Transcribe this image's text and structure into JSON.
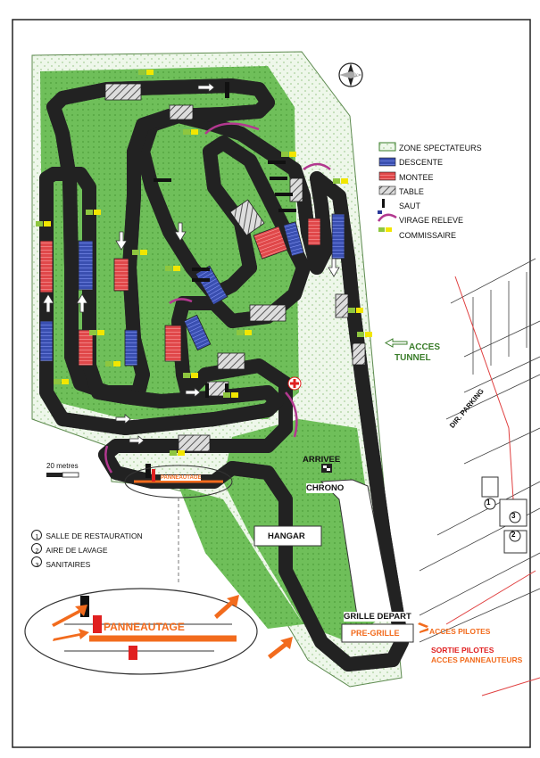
{
  "legend": {
    "title_items": [
      {
        "label": "ZONE SPECTATEURS",
        "kind": "spectator"
      },
      {
        "label": "DESCENTE",
        "kind": "descent"
      },
      {
        "label": "MONTEE",
        "kind": "climb"
      },
      {
        "label": "TABLE",
        "kind": "table"
      },
      {
        "label": "SAUT",
        "kind": "jump"
      },
      {
        "label": "VIRAGE RELEVE",
        "kind": "banked"
      },
      {
        "label": "COMMISSAIRE",
        "kind": "marshal"
      }
    ]
  },
  "facilities": [
    {
      "num": "1",
      "label": "SALLE DE RESTAURATION"
    },
    {
      "num": "2",
      "label": "AIRE DE LAVAGE"
    },
    {
      "num": "3",
      "label": "SANITAIRES"
    }
  ],
  "labels": {
    "acces_tunnel_1": "ACCES",
    "acces_tunnel_2": "TUNNEL",
    "dir_parking": "DIR. PARKING",
    "arrivee": "ARRIVEE",
    "chrono": "CHRONO",
    "hangar": "HANGAR",
    "grille_depart": "GRILLE DEPART",
    "pre_grille": "PRE-GRILLE",
    "acces_pilotes": "ACCES PILOTES",
    "sortie_pilotes": "SORTIE PILOTES",
    "acces_panneauteurs": "ACCES PANNEAUTEURS",
    "panneautage_small": "PANNEAUTAGE",
    "panneautage_big": "PANNEAUTAGE",
    "scale": "20 metres",
    "compass": "N"
  },
  "colors": {
    "green": "#6fbf5a",
    "spectator": "#dff0d6",
    "descent": "#3a4fb0",
    "climb": "#e0484a",
    "orange": "#f26b1d",
    "red": "#e02020",
    "track": "#ffffff",
    "border": "#555555"
  }
}
